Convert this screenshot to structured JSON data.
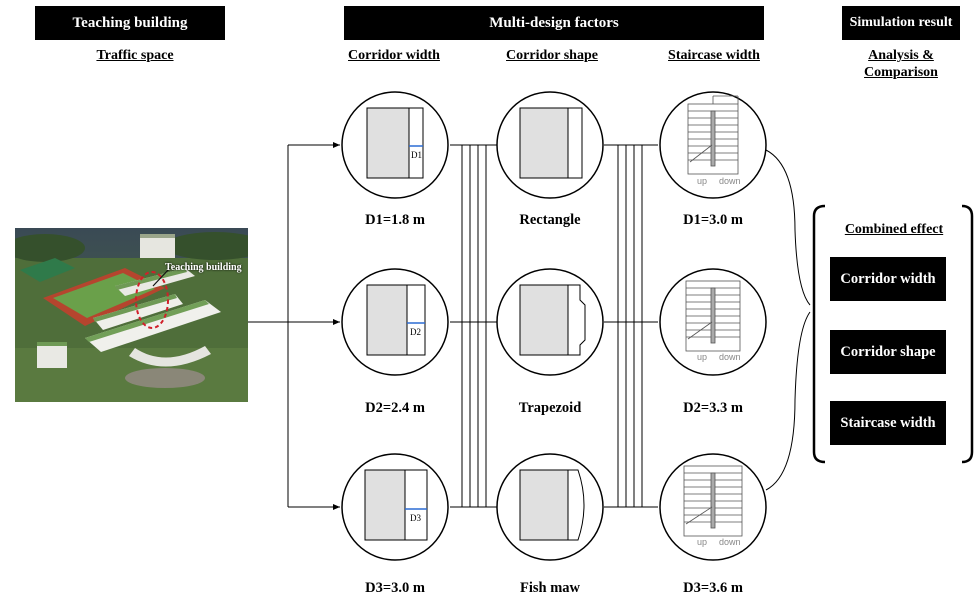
{
  "headers": {
    "left": "Teaching building",
    "middle": "Multi-design factors",
    "right": "Simulation result"
  },
  "subheaders": {
    "traffic": "Traffic space",
    "corridor_width": "Corridor width",
    "corridor_shape": "Corridor shape",
    "staircase_width": "Staircase width",
    "analysis_line1": "Analysis &",
    "analysis_line2": "Comparison"
  },
  "photo_label": "Teaching building",
  "corridor_widths": [
    {
      "tag": "D1",
      "label": "D1=1.8 m"
    },
    {
      "tag": "D2",
      "label": "D2=2.4 m"
    },
    {
      "tag": "D3",
      "label": "D3=3.0 m"
    }
  ],
  "corridor_shapes": [
    "Rectangle",
    "Trapezoid",
    "Fish maw"
  ],
  "staircase_widths": [
    "D1=3.0 m",
    "D2=3.3 m",
    "D3=3.6 m"
  ],
  "stair_labels": {
    "up": "up",
    "down": "down"
  },
  "result": {
    "title": "Combined effect",
    "items": [
      "Corridor width",
      "Corridor shape",
      "Staircase width"
    ]
  }
}
